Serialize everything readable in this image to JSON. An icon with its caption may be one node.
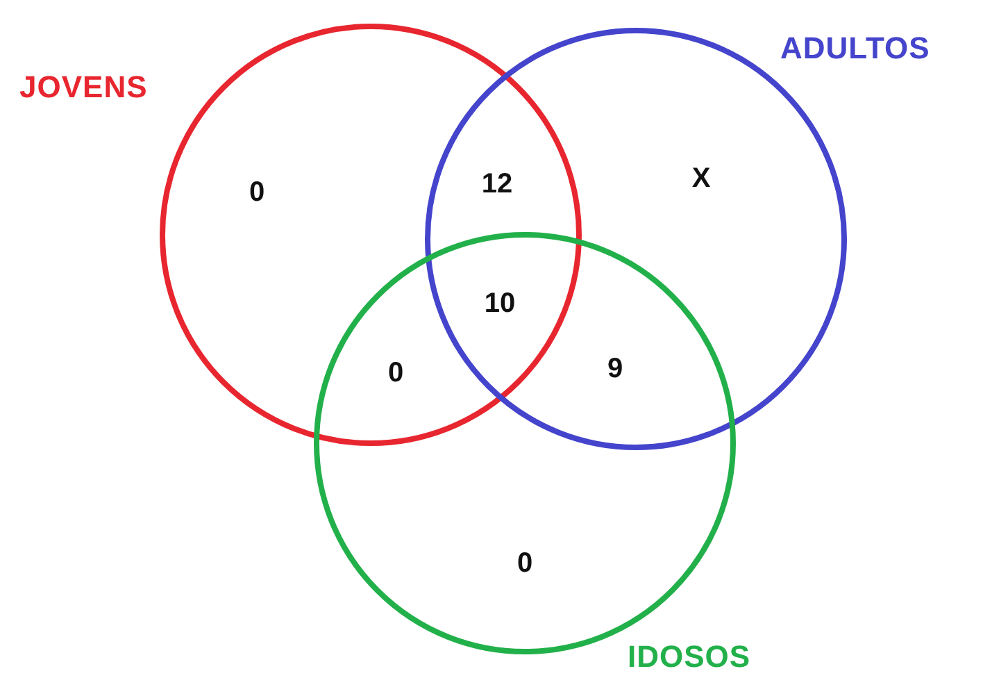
{
  "diagram": {
    "nodes": [
      {
        "text": [
          "JOVENS"
        ]
      },
      {
        "text": [
          "ADULTOS"
        ]
      },
      {
        "text": [
          "IDOSOS"
        ]
      }
    ],
    "labels": [
      "0",
      "12",
      "X",
      "10",
      "0",
      "9",
      "0"
    ]
  }
}
